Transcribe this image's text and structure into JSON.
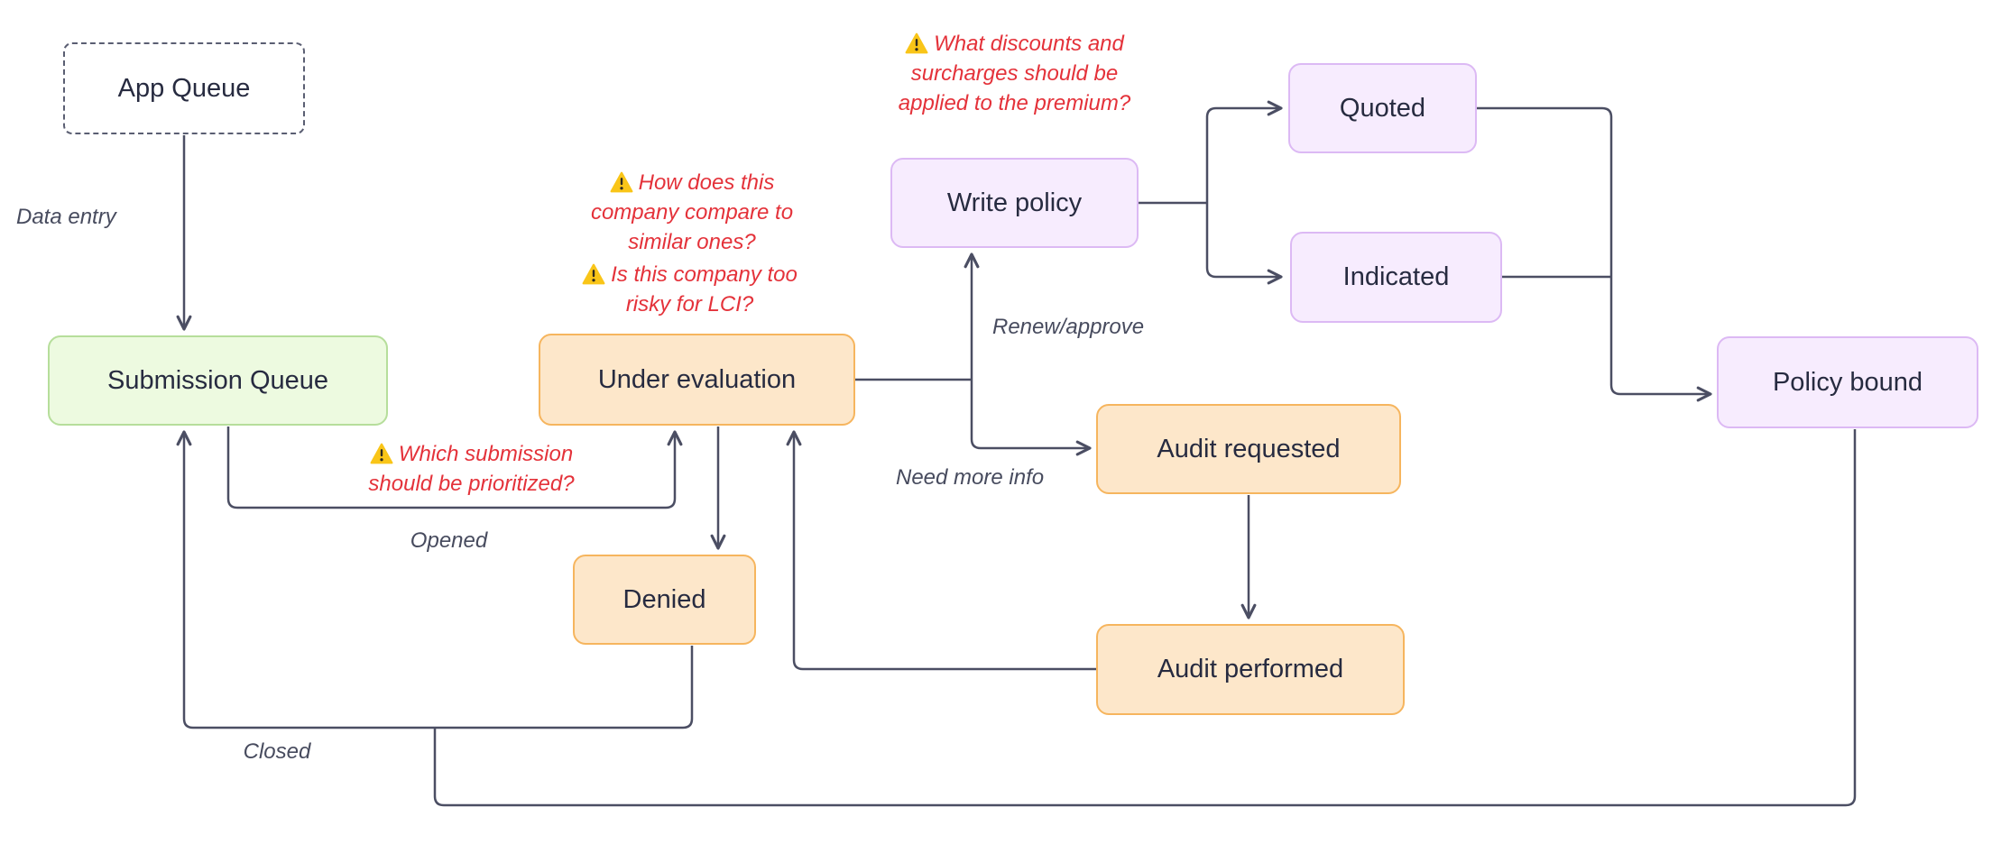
{
  "diagram": {
    "nodes": {
      "app_queue": {
        "label": "App Queue"
      },
      "submission_queue": {
        "label": "Submission Queue"
      },
      "under_evaluation": {
        "label": "Under evaluation"
      },
      "write_policy": {
        "label": "Write policy"
      },
      "quoted": {
        "label": "Quoted"
      },
      "indicated": {
        "label": "Indicated"
      },
      "policy_bound": {
        "label": "Policy bound"
      },
      "audit_requested": {
        "label": "Audit requested"
      },
      "audit_performed": {
        "label": "Audit performed"
      },
      "denied": {
        "label": "Denied"
      }
    },
    "edge_labels": {
      "data_entry": "Data entry",
      "opened": "Opened",
      "closed": "Closed",
      "renew_approve": "Renew/approve",
      "need_more_info": "Need more info"
    },
    "annotations": {
      "discounts": "What discounts and surcharges should be applied to the premium?",
      "compare": "How does this company compare to similar ones?",
      "risky": "Is this company too risky for LCI?",
      "prioritized": "Which submission should be prioritized?"
    },
    "colors": {
      "edge": "#4b4e63",
      "node_text": "#272b40",
      "green_fill": "#edfae0",
      "green_border": "#b6de9b",
      "orange_fill": "#fde7ca",
      "orange_border": "#f6b55e",
      "purple_fill": "#f7ecfe",
      "purple_border": "#dcb9f4",
      "annotation_red": "#e4323a",
      "warning_yellow": "#f9c518",
      "label_gray": "#474b5e"
    }
  }
}
